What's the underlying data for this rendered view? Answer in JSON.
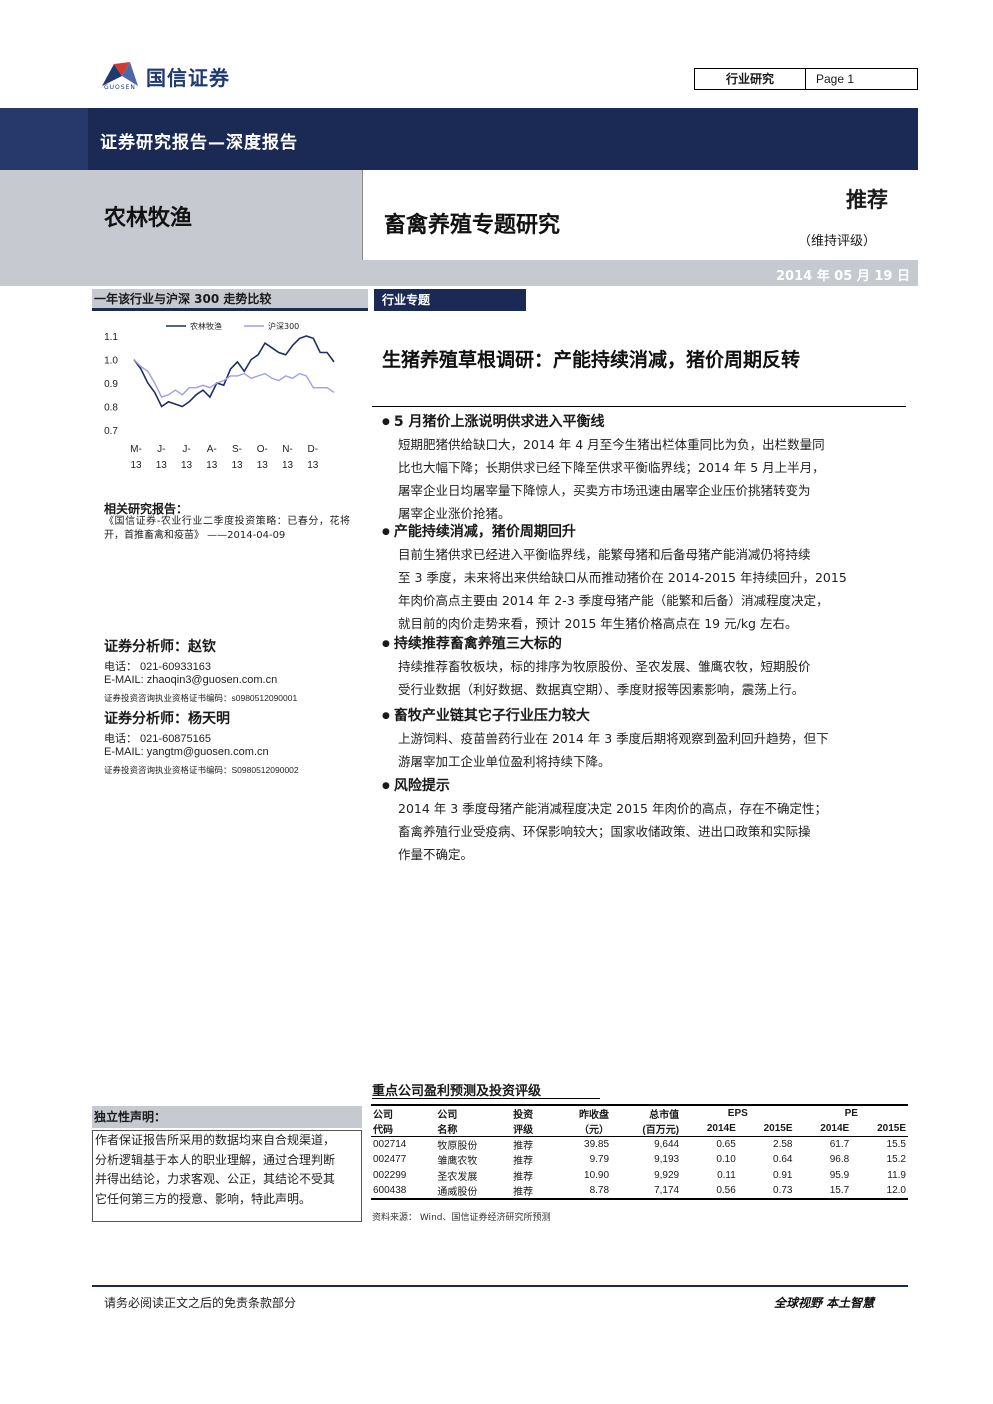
{
  "header": {
    "logo_text": "国信证券",
    "logo_sub": "GUOSEN",
    "report_type": "行业研究",
    "page": "Page 1",
    "banner": "证券研究报告—深度报告",
    "sector": "农林牧渔",
    "topic": "畜禽养殖专题研究",
    "rating": "推荐",
    "rating_note": "（维持评级）",
    "date": "2014 年 05 月 19 日",
    "colors": {
      "navy": "#1b2a55",
      "gray": "#c6c9cf"
    }
  },
  "left": {
    "chart_label": "一年该行业与沪深 300 走势比较",
    "related_heading": "相关研究报告：",
    "related_text": "《国信证券-农业行业二季度投资策略：已春分，花将开，首推畜禽和疫苗》 ——2014-04-09",
    "analysts": [
      {
        "title": "证券分析师：赵钦",
        "phone": "电话：    021-60933163",
        "email": "E-MAIL:    zhaoqin3@guosen.com.cn",
        "license": "证券投资咨询执业资格证书编码：s0980512090001"
      },
      {
        "title": "证券分析师：杨天明",
        "phone": "电话：    021-60875165",
        "email": "E-MAIL:    yangtm@guosen.com.cn",
        "license": "证券投资咨询执业资格证书编码：S0980512090002"
      }
    ]
  },
  "chart_data": {
    "type": "line",
    "categories": [
      "M-13",
      "J-13",
      "J-13",
      "A-13",
      "S-13",
      "O-13",
      "N-13",
      "D-13"
    ],
    "x_tick_top": [
      "M-",
      "J-",
      "J-",
      "A-",
      "S-",
      "O-",
      "N-",
      "D-"
    ],
    "x_tick_bottom": [
      "13",
      "13",
      "13",
      "13",
      "13",
      "13",
      "13",
      "13"
    ],
    "y_ticks": [
      "1.1",
      "1.0",
      "0.9",
      "0.8",
      "0.7"
    ],
    "ylim": [
      0.7,
      1.1
    ],
    "series": [
      {
        "name": "农林牧渔",
        "color": "#1f2f66",
        "values": [
          1.0,
          0.96,
          0.9,
          0.86,
          0.8,
          0.82,
          0.81,
          0.8,
          0.82,
          0.85,
          0.87,
          0.84,
          0.9,
          0.89,
          0.96,
          0.99,
          0.95,
          1.0,
          1.02,
          1.07,
          1.05,
          1.03,
          1.02,
          1.06,
          1.09,
          1.1,
          1.09,
          1.03,
          1.03,
          0.99
        ]
      },
      {
        "name": "沪深300",
        "color": "#9f9fe6",
        "values": [
          1.0,
          0.97,
          0.95,
          0.9,
          0.84,
          0.85,
          0.87,
          0.85,
          0.88,
          0.88,
          0.89,
          0.88,
          0.9,
          0.91,
          0.93,
          0.93,
          0.94,
          0.92,
          0.93,
          0.94,
          0.92,
          0.91,
          0.93,
          0.92,
          0.94,
          0.93,
          0.88,
          0.88,
          0.88,
          0.86
        ]
      }
    ]
  },
  "main": {
    "tag": "行业专题",
    "headline": "生猪养殖草根调研：产能持续消减，猪价周期反转",
    "sections": [
      {
        "title": "5 月猪价上涨说明供求进入平衡线",
        "lines": [
          "短期肥猪供给缺口大，2014 年 4 月至今生猪出栏体重同比为负，出栏数量同",
          "比也大幅下降；长期供求已经下降至供求平衡临界线；2014 年 5 月上半月，",
          "屠宰企业日均屠宰量下降惊人，买卖方市场迅速由屠宰企业压价挑猪转变为",
          "屠宰企业涨价抢猪。"
        ]
      },
      {
        "title": "产能持续消减，猪价周期回升",
        "lines": [
          "目前生猪供求已经进入平衡临界线，能繁母猪和后备母猪产能消减仍将持续",
          "至 3 季度，未来将出来供给缺口从而推动猪价在 2014-2015 年持续回升，2015",
          "年肉价高点主要由 2014 年 2-3 季度母猪产能（能繁和后备）消减程度决定，",
          "就目前的肉价走势来看，预计 2015 年生猪价格高点在 19 元/kg 左右。"
        ]
      },
      {
        "title": "持续推荐畜禽养殖三大标的",
        "lines": [
          "持续推荐畜牧板块，标的排序为牧原股份、圣农发展、雏鹰农牧，短期股价",
          "受行业数据（利好数据、数据真空期）、季度财报等因素影响，震荡上行。"
        ]
      },
      {
        "title": "畜牧产业链其它子行业压力较大",
        "lines": [
          "上游饲料、疫苗兽药行业在 2014 年 3 季度后期将观察到盈利回升趋势，但下",
          "游屠宰加工企业单位盈利将持续下降。"
        ]
      },
      {
        "title": "风险提示",
        "lines": [
          "2014 年 3 季度母猪产能消减程度决定 2015 年肉价的高点，存在不确定性；",
          "畜禽养殖行业受疫病、环保影响较大；国家收储政策、进出口政策和实际操",
          "作量不确定。"
        ]
      }
    ]
  },
  "table": {
    "title": "重点公司盈利预测及投资评级",
    "head1": [
      "公司",
      "公司",
      "投资",
      "昨收盘",
      "总市值",
      "EPS",
      "PE"
    ],
    "head2": [
      "代码",
      "名称",
      "评级",
      "（元）",
      "(百万元)",
      "2014E",
      "2015E",
      "2014E",
      "2015E"
    ],
    "rows": [
      [
        "002714",
        "牧原股份",
        "推荐",
        "39.85",
        "9,644",
        "0.65",
        "2.58",
        "61.7",
        "15.5"
      ],
      [
        "002477",
        "雏鹰农牧",
        "推荐",
        "9.79",
        "9,193",
        "0.10",
        "0.64",
        "96.8",
        "15.2"
      ],
      [
        "002299",
        "圣农发展",
        "推荐",
        "10.90",
        "9,929",
        "0.11",
        "0.91",
        "95.9",
        "11.9"
      ],
      [
        "600438",
        "通威股份",
        "推荐",
        "8.78",
        "7,174",
        "0.56",
        "0.73",
        "15.7",
        "12.0"
      ]
    ],
    "source": "资料来源：  Wind、国信证券经济研究所预测"
  },
  "disclaimer": {
    "heading": "独立性声明：",
    "lines": [
      "作者保证报告所采用的数据均来自合规渠道，",
      "分析逻辑基于本人的职业理解，通过合理判断",
      "并得出结论，力求客观、公正，其结论不受其",
      "它任何第三方的授意、影响，特此声明。"
    ]
  },
  "footer": {
    "left": "请务必阅读正文之后的免责条款部分",
    "right": "全球视野  本土智慧"
  }
}
